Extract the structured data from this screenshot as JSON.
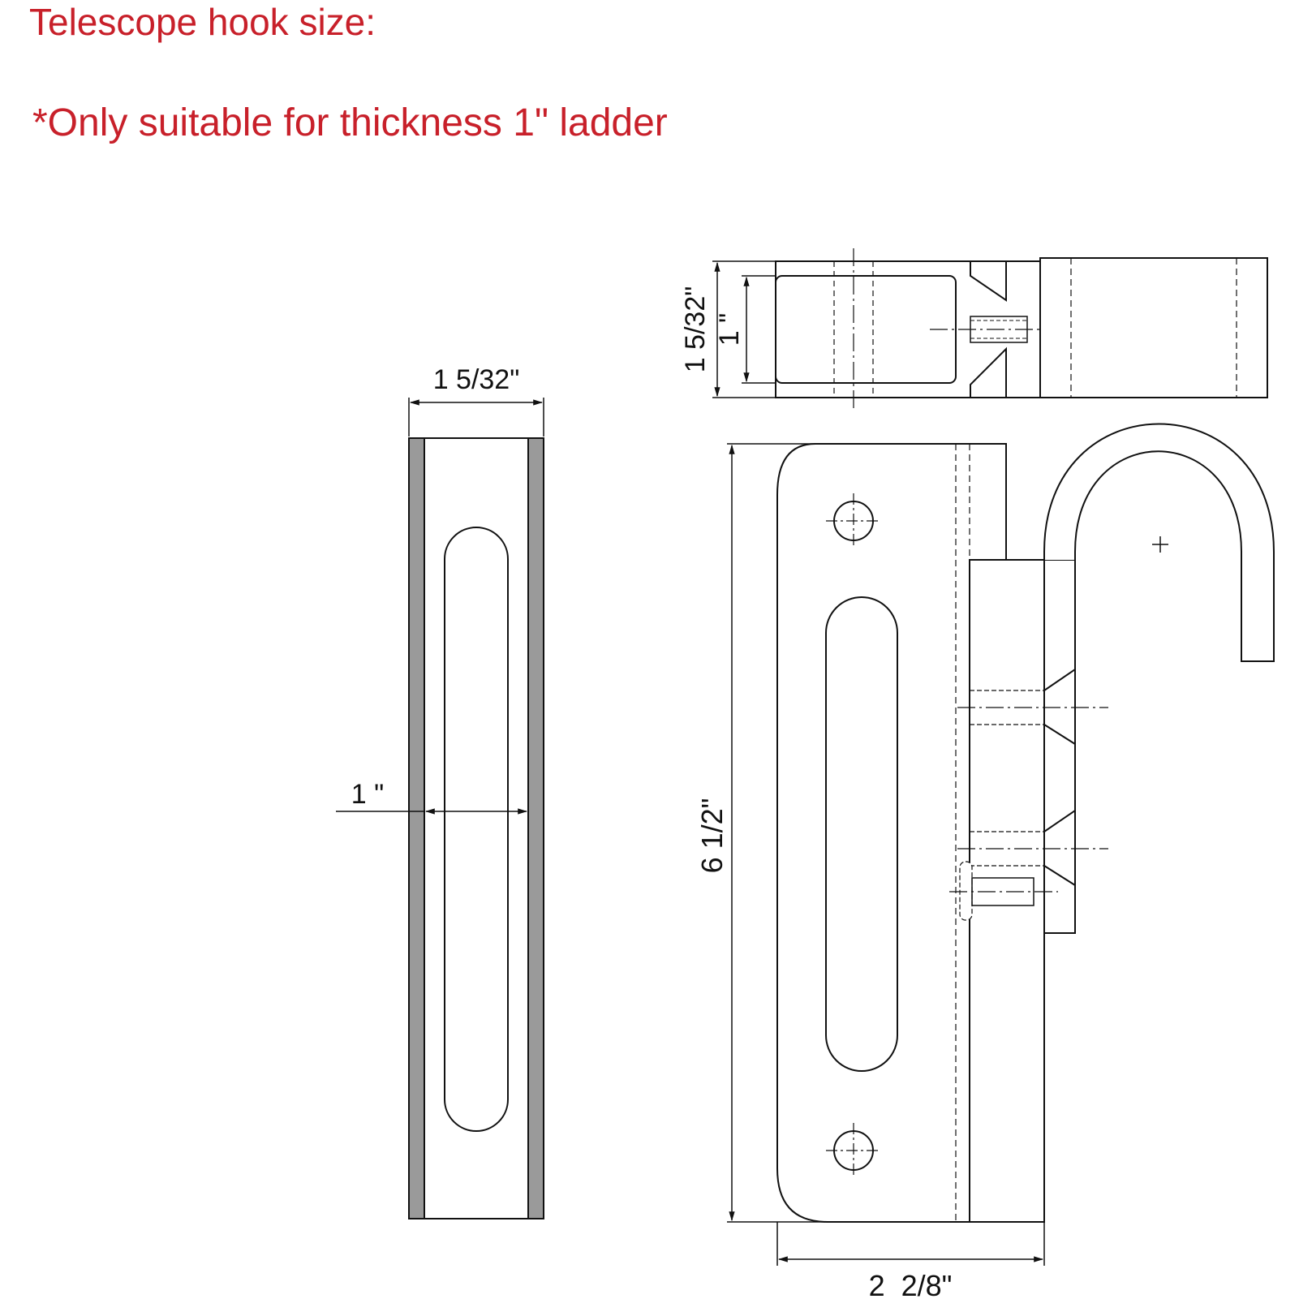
{
  "header": {
    "title": "Telescope hook size:",
    "note": "*Only suitable for thickness 1\" ladder"
  },
  "dimensions": {
    "side_width": "1 5/32\"",
    "side_inner": "1 \"",
    "top_depth": "1 5/32\"",
    "top_inner": "1 \"",
    "front_height": "6 1/2\"",
    "front_width": "2  2/8\""
  },
  "colors": {
    "heading": "#c8202a",
    "line": "#111111",
    "rail_fill": "#9a9a9a"
  }
}
